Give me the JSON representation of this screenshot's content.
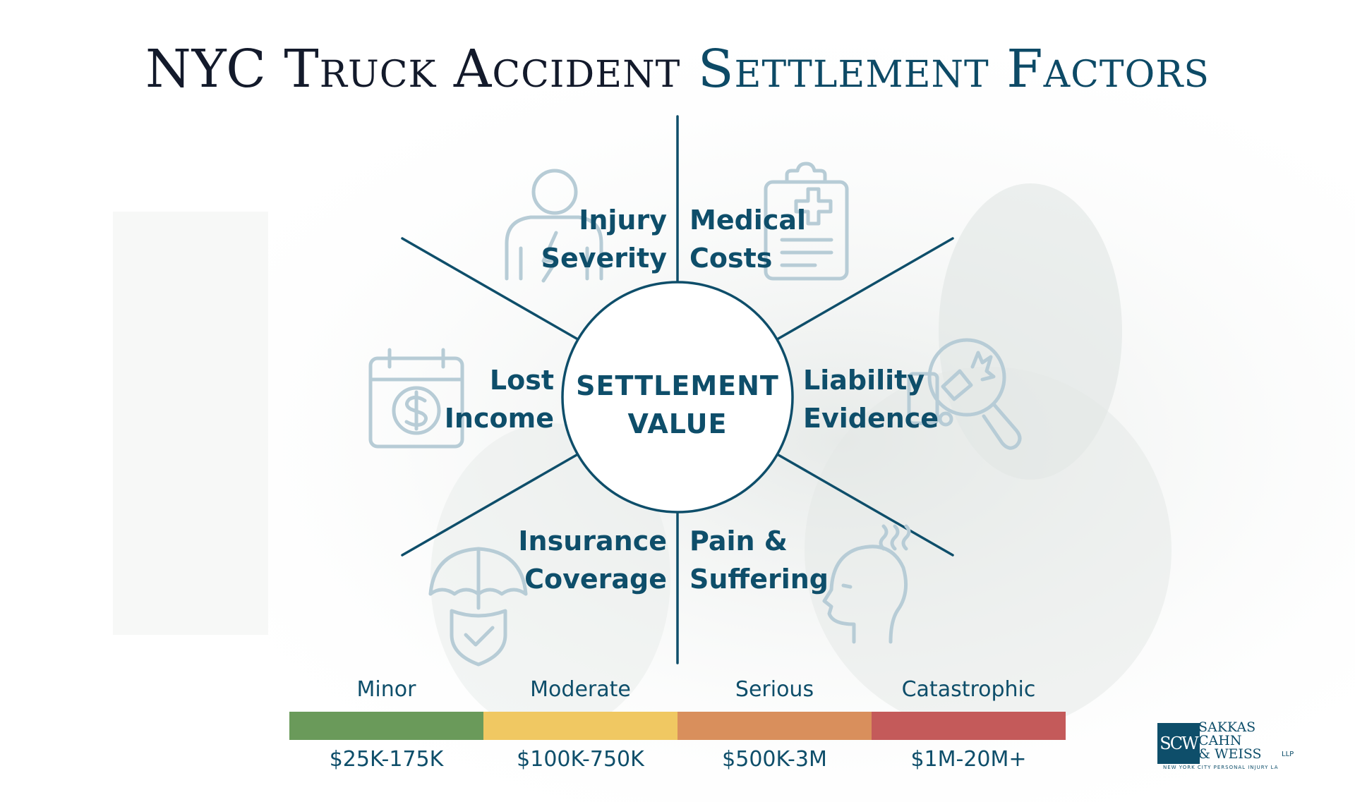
{
  "title": {
    "part1": "NYC Truck Accident",
    "part2": "Settlement Factors"
  },
  "center": {
    "line1": "SETTLEMENT",
    "line2": "VALUE"
  },
  "factors": [
    {
      "line1": "Injury",
      "line2": "Severity",
      "icon": "person-lightning-icon"
    },
    {
      "line1": "Medical",
      "line2": "Costs",
      "icon": "clipboard-medical-icon"
    },
    {
      "line1": "Liability",
      "line2": "Evidence",
      "icon": "magnifier-crash-icon"
    },
    {
      "line1": "Pain &",
      "line2": "Suffering",
      "icon": "head-pain-icon"
    },
    {
      "line1": "Insurance",
      "line2": "Coverage",
      "icon": "umbrella-shield-icon"
    },
    {
      "line1": "Lost",
      "line2": "Income",
      "icon": "calendar-dollar-icon"
    }
  ],
  "scale": [
    {
      "name": "Minor",
      "range": "$25K-175K",
      "color": "#6a9a5a"
    },
    {
      "name": "Moderate",
      "range": "$100K-750K",
      "color": "#f0c862"
    },
    {
      "name": "Serious",
      "range": "$500K-3M",
      "color": "#d98f5c"
    },
    {
      "name": "Catastrophic",
      "range": "$1M-20M+",
      "color": "#c45a5a"
    }
  ],
  "logo": {
    "mark": "SCW",
    "line1": "SAKKAS",
    "line2": "CAHN",
    "line3": "& WEISS",
    "suffix": "LLP",
    "tagline": "NEW YORK CITY PERSONAL INJURY LA"
  },
  "colors": {
    "primary": "#0e4e6a",
    "icon": "#b7ccd6",
    "title_dark": "#131a2b"
  }
}
